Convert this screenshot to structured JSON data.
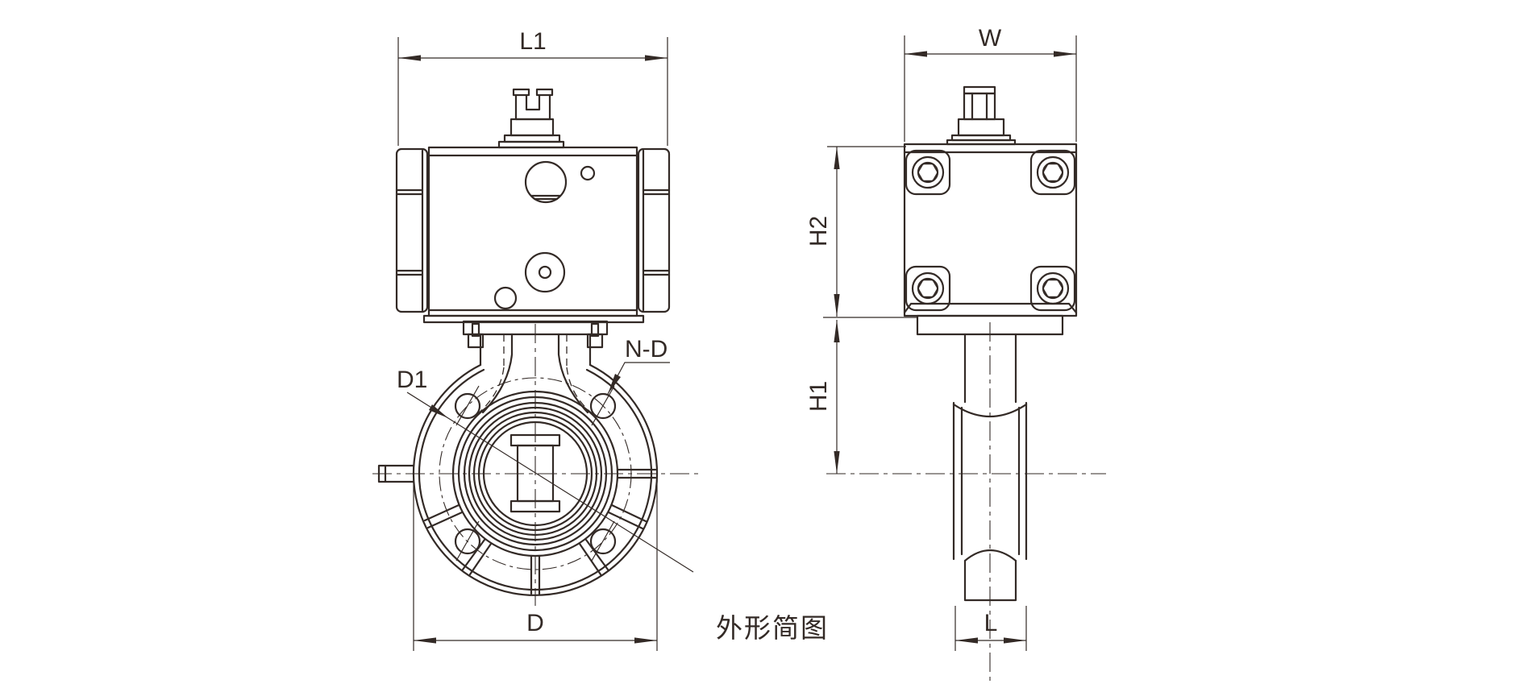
{
  "caption": "外形简图",
  "labels": {
    "L1": "L1",
    "W": "W",
    "H2": "H2",
    "H1": "H1",
    "D1": "D1",
    "N_D": "N-D",
    "D": "D",
    "L": "L"
  },
  "colors": {
    "line": "#332a26",
    "background": "#ffffff"
  }
}
